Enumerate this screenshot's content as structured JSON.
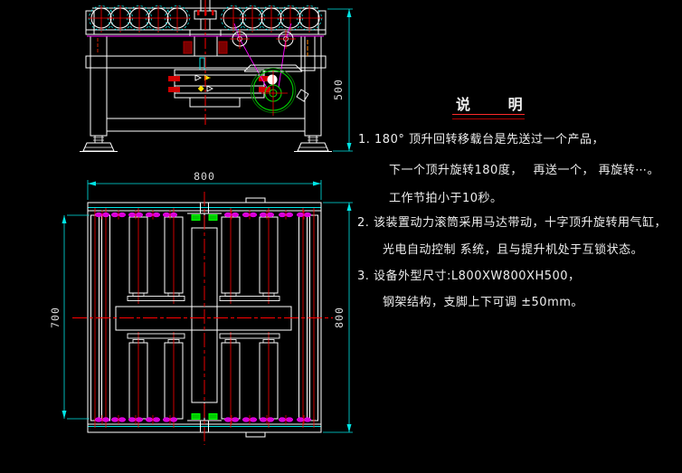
{
  "notes": {
    "title": "说  明",
    "items": [
      {
        "lines": [
          "1. 180°  顶升回转移载台是先送过一个产品，",
          "下一个顶升旋转180度，　 再送一个， 再旋转⋯。",
          "工作节拍小于10秒。"
        ]
      },
      {
        "lines": [
          "2. 该装置动力滚筒采用马达带动，十字顶升旋转用气缸，",
          "光电自动控制  系统，且与提升机处于互锁状态。"
        ]
      },
      {
        "lines": [
          "3. 设备外型尺寸:L800XW800XH500，",
          "钢架结构，支脚上下可调  ±50mm。"
        ]
      }
    ]
  },
  "dims": {
    "front_height": "500",
    "plan_width_top": "800",
    "plan_depth_left": "700",
    "plan_width_right": "800"
  },
  "colors": {
    "background": "#000000",
    "outline": "#ffffff",
    "centerline": "#ff0000",
    "chain": "#ff00ff",
    "dimension_line": "#00e5e5",
    "dimension_text": "#d9d9d9",
    "motor": "#00cc00",
    "cylinder_block": "#d00000",
    "indicator": "#ffe000"
  }
}
